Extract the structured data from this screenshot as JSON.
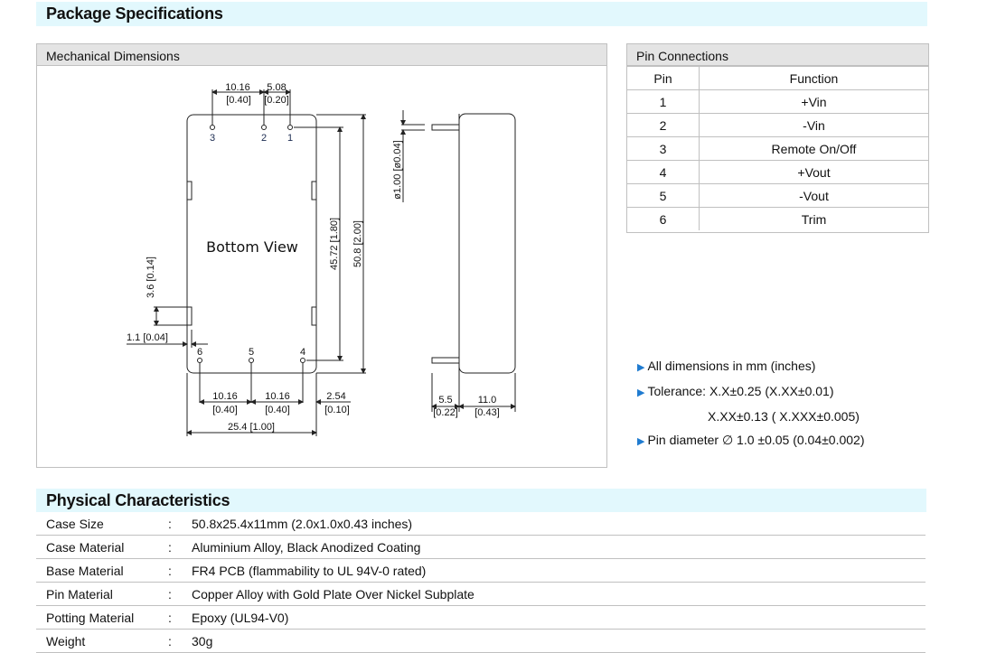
{
  "package_specs": {
    "title": "Package Specifications",
    "mechanical": {
      "title": "Mechanical Dimensions",
      "bottom_view_label": "Bottom View",
      "pins_top": [
        "3",
        "2",
        "1"
      ],
      "pins_bottom": [
        "6",
        "5",
        "4"
      ],
      "dims": {
        "top_pitch_mm": "10.16",
        "top_pitch_in": "[0.40]",
        "top_pitch2_mm": "5.08",
        "top_pitch2_in": "[0.20]",
        "pin_span": "45.72 [1.80]",
        "length": "50.8 [2.00]",
        "pin_dia": "ø1.00 [ø0.04]",
        "notch": "3.6 [0.14]",
        "notch_depth": "1.1 [0.04]",
        "bot_pitch1_mm": "10.16",
        "bot_pitch1_in": "[0.40]",
        "bot_pitch2_mm": "10.16",
        "bot_pitch2_in": "[0.40]",
        "edge_mm": "2.54",
        "edge_in": "[0.10]",
        "width": "25.4 [1.00]",
        "pin_len_mm": "5.5",
        "pin_len_in": "[0.22]",
        "height_mm": "11.0",
        "height_in": "[0.43]"
      }
    },
    "pin_connections": {
      "title": "Pin Connections",
      "headers": [
        "Pin",
        "Function"
      ],
      "rows": [
        {
          "pin": "1",
          "function": "+Vin"
        },
        {
          "pin": "2",
          "function": "-Vin"
        },
        {
          "pin": "3",
          "function": "Remote On/Off"
        },
        {
          "pin": "4",
          "function": "+Vout"
        },
        {
          "pin": "5",
          "function": "-Vout"
        },
        {
          "pin": "6",
          "function": "Trim"
        }
      ]
    },
    "notes": [
      "All dimensions in mm (inches)",
      "Tolerance: X.X±0.25 (X.XX±0.01)",
      "X.XX±0.13 ( X.XXX±0.005)",
      "Pin diameter ∅ 1.0 ±0.05 (0.04±0.002)"
    ],
    "accent_color": "#1f7bd0",
    "section_bg": "#e2f8fd"
  },
  "physical": {
    "title": "Physical Characteristics",
    "rows": [
      {
        "label": "Case Size",
        "value": "50.8x25.4x11mm (2.0x1.0x0.43 inches)"
      },
      {
        "label": "Case Material",
        "value": "Aluminium Alloy, Black Anodized Coating"
      },
      {
        "label": "Base Material",
        "value": "FR4 PCB (flammability to UL 94V-0 rated)"
      },
      {
        "label": "Pin Material",
        "value": "Copper Alloy with Gold Plate Over Nickel Subplate"
      },
      {
        "label": "Potting Material",
        "value": "Epoxy (UL94-V0)"
      },
      {
        "label": "Weight",
        "value": "30g"
      }
    ],
    "separator": ":"
  }
}
